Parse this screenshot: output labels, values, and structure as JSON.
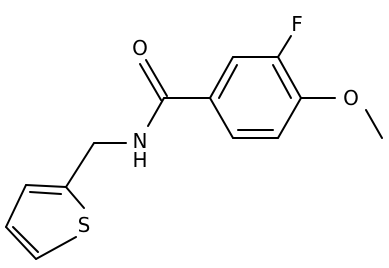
{
  "atoms": {
    "fluorine": "F",
    "carbonyl_oxygen": "O",
    "methoxy_oxygen": "O",
    "amide_nitrogen": "N",
    "amide_hydrogen": "H",
    "thiophene_sulfur": "S"
  },
  "colors": {
    "bond": "#000000",
    "label": "#000000",
    "background": "#ffffff"
  }
}
